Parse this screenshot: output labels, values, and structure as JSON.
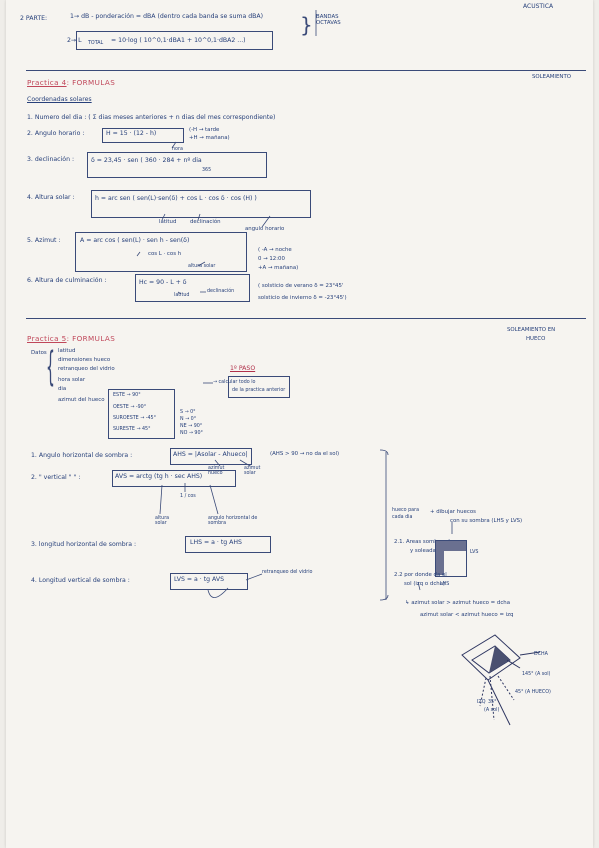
{
  "header": {
    "top_right": "ACUSTICA",
    "parte": "2 PARTE:",
    "line1": "1→ dB - ponderación = dBA (dentro cada banda se suma dBA)",
    "line2": "2→ L",
    "line2_sub": "TOTAL",
    "line2_formula": "= 10·log ( 10^0,1·dBA1 + 10^0,1·dBA2 ...)",
    "brace_note": "BANDAS OCTAVAS"
  },
  "p4": {
    "title_a": "Practica 4",
    "title_b": ": FORMULAS",
    "right": "SOLEAMIENTO",
    "sub": "Coordenadas solares",
    "i1": "1. Numero del dia : ( Σ dias meses anteriores + n dias del mes correspondiente)",
    "i2_label": "2. Angulo horario :",
    "i2_formula": "H = 15 · (12 - h)",
    "i2_hora": "hora",
    "i2_note1": "(-H → tarde",
    "i2_note2": " +H → mañana)",
    "i3_label": "3. declinación :",
    "i3_formula": "δ = 23,45 · sen ( 360 · 284 + nº dia",
    "i3_den": "365",
    "i4_label": "4. Altura solar :",
    "i4_formula": "h = arc sen ( sen(L)·sen(δ) + cos L · cos δ · cos (H) )",
    "i4_lat": "latitud",
    "i4_dec": "declinación",
    "i4_ang": "angulo horario",
    "i5_label": "5. Azimut :",
    "i5_formula": "A = arc cos ( sen(L) · sen h - sen(δ)",
    "i5_den": "cos L · cos h",
    "i5_alt": "altura solar",
    "i5_n1": "( -A → noche",
    "i5_n2": "  0 → 12:00",
    "i5_n3": "  +A → mañana)",
    "i6_label": "6. Altura de culminación :",
    "i6_formula": "Hc = 90 - L + δ",
    "i6_lat": "latitud",
    "i6_dec": "declinación",
    "i6_n1": "( solsticio de verano δ = 23°45'",
    "i6_n2": "  solsticio de invierno δ = -23°45')"
  },
  "p5": {
    "title_a": "Practica 5",
    "title_b": ": FORMULAS",
    "right1": "SOLEAMIENTO EN",
    "right2": "HUECO",
    "datos_label": "Datos",
    "datos": [
      "latitud",
      "dimensiones hueco",
      "retranqueo del vidrio",
      "hora solar",
      "dia",
      "azimut del hueco"
    ],
    "paso_title": "1º PASO",
    "paso_text1": "→ calcular todo lo",
    "paso_text2": "de la practica anterior",
    "orient": [
      "ESTE → 90°",
      "OESTE → -90°",
      "SUROESTE → -45°",
      "SURESTE → 45°"
    ],
    "orient2": [
      "S → 0°",
      "N → 0°",
      "NE → 90°",
      "NO → 90°"
    ],
    "f1_label": "1. Angulo horizontal de sombra :",
    "f1_formula": "AHS = |Asolar - Ahueco|",
    "f1_note": "(AHS > 90 → no da el sol)",
    "f1_a1": "azimut hueco",
    "f1_a2": "azimut solar",
    "f2_label": "2.  \"  vertical \" \" :",
    "f2_formula": "AVS = arctg (tg h · sec AHS)",
    "f2_a1": "altura solar",
    "f2_a2": "angulo horizontal de sombra",
    "f2_small": "1 / cos",
    "f3_label": "3. longitud horizontal de sombra :",
    "f3_formula": "LHS = a · tg AHS",
    "f4_label": "4. Longitud vertical de sombra :",
    "f4_formula": "LVS = a · tg AVS",
    "f4_note": "retranqueo del vidrio",
    "r1a": "hueco para",
    "r1b": "cada dia",
    "r2a": "+ dibujar huecos",
    "r2b": "con su sombra (LHS y LVS)",
    "r3a": "2.1. Areas sombreadas",
    "r3b": "y soleadas",
    "lvs_lbl": "LVS",
    "lhs_lbl": "LHS",
    "r4a": "2.2 por donde da el",
    "r4b": "sol (izq o dcha)",
    "r5a": "↳ azimut solar > azimut hueco = dcha",
    "r5b": "azimut solar < azimut hueco = izq",
    "d1": "DCHA",
    "d2": "145° (A sol)",
    "d3": "45° (A HUECO)",
    "d4": "35°",
    "d5": "(A sol)",
    "d6": "IZQ"
  },
  "colors": {
    "ink": "#27407a",
    "red": "#b0304a",
    "paper": "#f6f4f0"
  }
}
